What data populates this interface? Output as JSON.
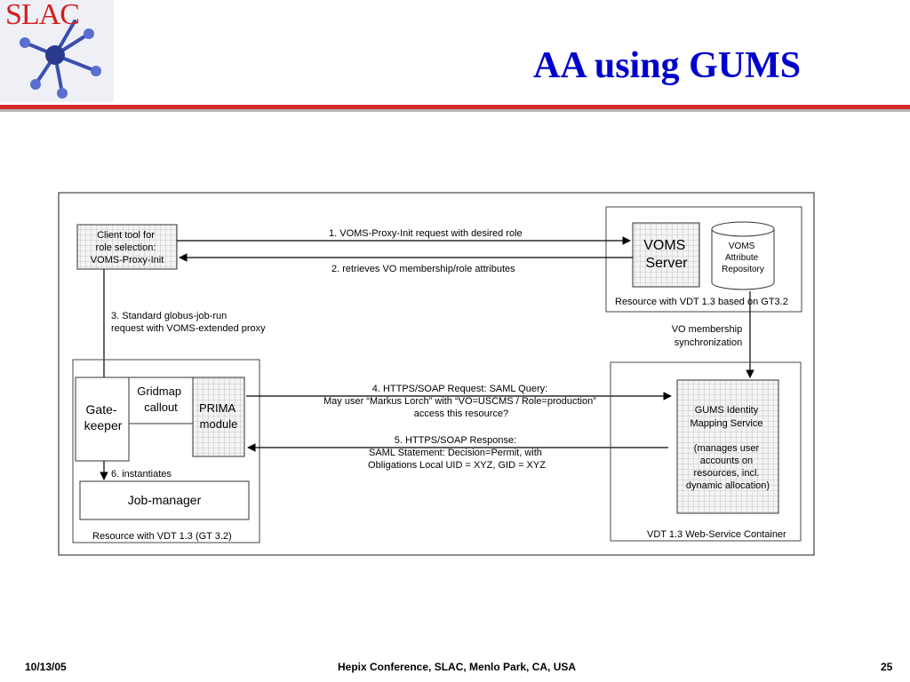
{
  "slide": {
    "logo_text": "SLAC",
    "title": "AA using GUMS",
    "footer_date": "10/13/05",
    "footer_center": "Hepix Conference, SLAC, Menlo Park, CA, USA",
    "page_number": "25"
  },
  "diagram": {
    "client_tool": [
      "Client tool for",
      "role selection:",
      "VOMS-Proxy-Init"
    ],
    "voms_server": [
      "VOMS",
      "Server"
    ],
    "voms_repo": [
      "VOMS",
      "Attribute",
      "Repository"
    ],
    "voms_resource": "Resource with VDT 1.3 based on GT3.2",
    "step1": "1. VOMS-Proxy-Init request with desired role",
    "step2": "2. retrieves VO membership/role attributes",
    "step3": [
      "3. Standard globus-job-run",
      "request with VOMS-extended proxy"
    ],
    "sync": [
      "VO membership",
      "synchronization"
    ],
    "gatekeeper": [
      "Gate-",
      "keeper"
    ],
    "gridmap": [
      "Gridmap",
      "callout"
    ],
    "prima": [
      "PRIMA",
      "module"
    ],
    "step4": [
      "4. HTTPS/SOAP Request: SAML Query:",
      "May user “Markus Lorch” with “VO=USCMS / Role=production”",
      "access this resource?"
    ],
    "step5": [
      "5. HTTPS/SOAP Response:",
      "SAML Statement: Decision=Permit, with",
      "Obligations Local UID = XYZ, GID = XYZ"
    ],
    "step6": "6. instantiates",
    "job_manager": "Job-manager",
    "resource_label": "Resource with VDT 1.3 (GT 3.2)",
    "gums": [
      "GUMS Identity",
      "Mapping Service",
      "(manages user",
      "accounts on",
      "resources, incl.",
      "dynamic allocation)"
    ],
    "gums_container": "VDT 1.3 Web-Service Container"
  }
}
